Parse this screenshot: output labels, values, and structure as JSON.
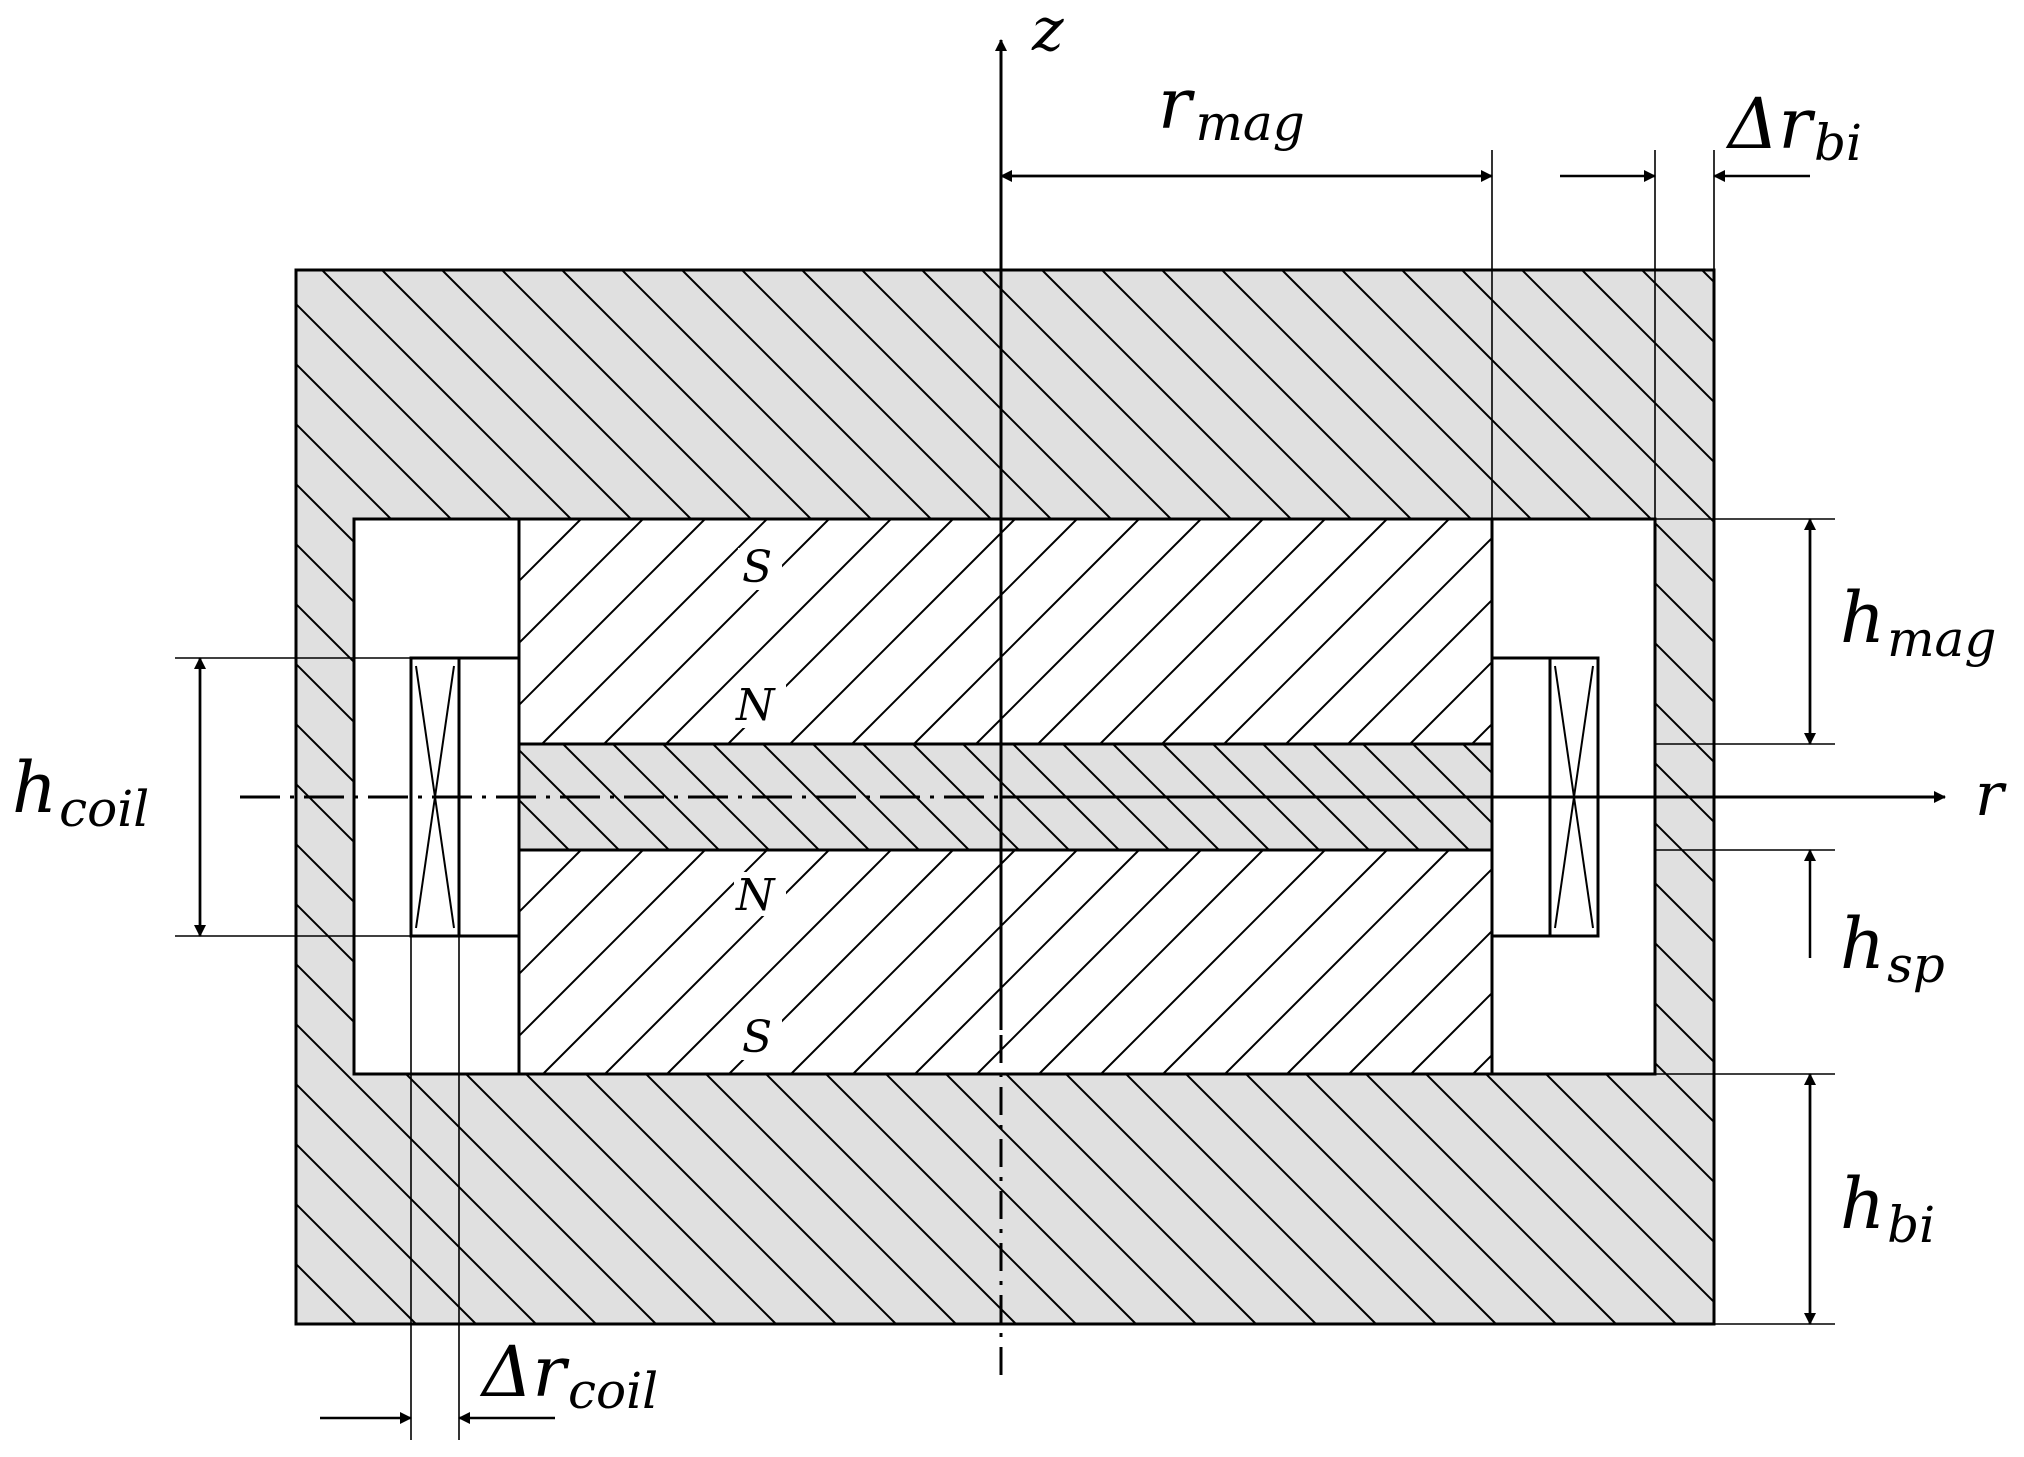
{
  "colors": {
    "ink": "#000000",
    "iron_fill": "#e0e0e0",
    "background": "#ffffff"
  },
  "axes": {
    "z_label": "z",
    "r_label": "r"
  },
  "poles": {
    "upper_top": "S",
    "upper_bottom": "N",
    "lower_top": "N",
    "lower_bottom": "S"
  },
  "dimensions": {
    "r_mag": {
      "main": "r",
      "sub": "mag"
    },
    "delta_r_bi": {
      "main": "Δr",
      "sub": "bi"
    },
    "h_mag": {
      "main": "h",
      "sub": "mag"
    },
    "h_sp": {
      "main": "h",
      "sub": "sp"
    },
    "h_bi": {
      "main": "h",
      "sub": "bi"
    },
    "h_coil": {
      "main": "h",
      "sub": "coil"
    },
    "delta_r_coil": {
      "main": "Δr",
      "sub": "coil"
    }
  },
  "icons": [
    "coil-winding-icon",
    "arrow-icon"
  ]
}
